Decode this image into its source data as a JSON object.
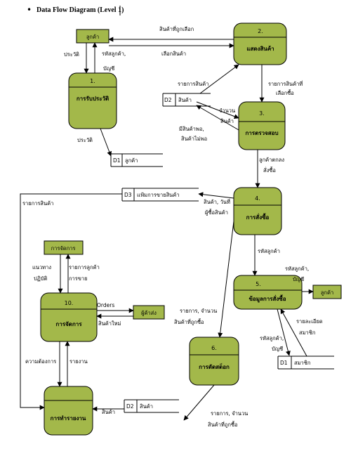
{
  "title": "Data Flow Diagram (Level 1)",
  "processes": {
    "p1": {
      "num": "1.",
      "name": "การรับประวัติ"
    },
    "p2": {
      "num": "2.",
      "name": "แสดงสินค้า"
    },
    "p3": {
      "num": "3.",
      "name": "การตรวจสอบ"
    },
    "p4": {
      "num": "4.",
      "name": "การสั่งซื้อ"
    },
    "p5": {
      "num": "5.",
      "name": "ข้อมูลการสั่งซื้อ"
    },
    "p6": {
      "num": "6.",
      "name": "การตัดสต็อก"
    },
    "p7": {
      "num": "",
      "name": "การทำรายงาน"
    },
    "p10": {
      "num": "10.",
      "name": "การจัดการ"
    }
  },
  "entities": {
    "customer_top": "ลูกค้า",
    "customer_right": "ลูกค้า",
    "manager": "การจัดการ",
    "supplier": "ผู้ค้าส่ง"
  },
  "stores": {
    "d1_top": {
      "id": "D1",
      "name": "ลูกค้า"
    },
    "d2_top": {
      "id": "D2",
      "name": "สินค้า"
    },
    "d3": {
      "id": "D3",
      "name": "แฟ้มการขายสินค้า"
    },
    "d1_bottom": {
      "id": "D1",
      "name": "สมาชิก"
    },
    "d2_bottom": {
      "id": "D2",
      "name": "สินค้า"
    }
  },
  "flows": {
    "selected_goods": "สินค้าที่ถูกเลือก",
    "choose_goods": "เลือกสินค้า",
    "history_a": "ประวัติ",
    "cust_code_a": "รหัสลูกค้า,",
    "account_a": "บัญชี",
    "goods_list_a": "รายการสินค้า",
    "selected_list_a": "รายการสินค้าที่",
    "selected_list_b": "เลือกซื้อ",
    "qty_a": "จำนวน",
    "qty_b": "สินค้า",
    "enough_a": "มีสินค้าพอ,",
    "enough_b": "สินค้าไม่พอ",
    "history_b": "ประวัติ",
    "cust_order_a": "ลูกค้าตกลง",
    "cust_order_b": "สั่งซื้อ",
    "goods_date_a": "สินค้า, วันที่",
    "goods_date_b": "ผู้ซื้อสินค้า",
    "goods_list_b": "รายการสินค้า",
    "cust_code_b": "รหัสลูกค้า",
    "cust_code_c": "รหัสลูกค้า,",
    "account_b": "บัญชี",
    "guideline_a": "แนวทาง",
    "guideline_b": "ปฏิบัติ",
    "sales_list_a": "รายการลูกค้า",
    "sales_list_b": "การขาย",
    "orders": "Orders",
    "new_goods": "สินค้าใหม่",
    "list_qty_a": "รายการ, จำนวน",
    "list_qty_b": "สินค้าที่ถูกซื้อ",
    "member_detail_a": "รายละเอียด",
    "member_detail_b": "สมาชิก",
    "cust_code_d": "รหัสลูกค้า,",
    "account_c": "บัญชี",
    "needs": "ความต้องการ",
    "report": "รายงาน",
    "goods_c": "สินค้า",
    "list_qty_c": "รายการ, จำนวน",
    "list_qty_d": "สินค้าที่ถูกซื้อ"
  }
}
